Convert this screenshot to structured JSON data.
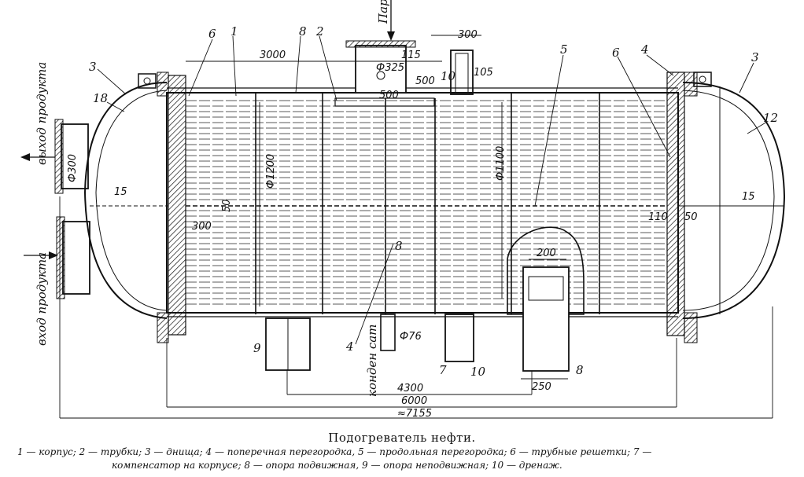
{
  "drawing": {
    "side_labels": {
      "outlet": "выход продукта",
      "inlet": "вход продукта",
      "steam": "Пар",
      "condensate": "конден сат"
    },
    "callouts": [
      "1",
      "2",
      "3",
      "3",
      "4",
      "4",
      "5",
      "6",
      "6",
      "7",
      "8",
      "8",
      "8",
      "9",
      "10",
      "10",
      "12",
      "18"
    ],
    "dimensions": {
      "d_3000": "3000",
      "d_300_top": "300",
      "d_325": "Ф325",
      "d_500a": "500",
      "d_500b": "500",
      "d_115": "115",
      "d_105": "105",
      "d_1200": "Ф1200",
      "d_1100": "Ф1100",
      "d_300_nozzle": "Ф300",
      "d_15_left": "15",
      "d_15_right": "15",
      "d_300_left": "300",
      "d_50a": "50",
      "d_110": "110",
      "d_50b": "50",
      "d_200": "200",
      "d_76": "Ф76",
      "d_250": "250",
      "d_4300": "4300",
      "d_6000": "6000",
      "d_7155": "≈7155"
    }
  },
  "caption": {
    "title": "Подогреватель нефти.",
    "legend_line1": "1 — корпус; 2 — трубки; 3 — днища; 4 — поперечная перегородка, 5 — продольная перегородка; 6 — трубные решетки; 7 —",
    "legend_line2": "компенсатор на корпусе; 8 — опора подвижная, 9 — опора неподвижная; 10 — дренаж."
  }
}
